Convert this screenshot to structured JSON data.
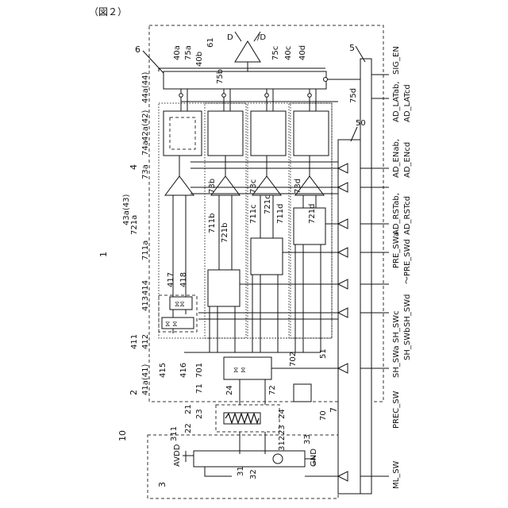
{
  "caption": "（図２）",
  "signals": {
    "d": "D",
    "d_bar": "/D",
    "sig_en": "SIG_EN",
    "ad_latab": "AD_LATab,",
    "ad_latcd": "AD_LATcd",
    "ad_enab": "AD_ENab,",
    "ad_encd": "AD_ENcd",
    "ad_rstab": "AD_RSTab,",
    "ad_rstcd": "AD_RSTcd",
    "pre_swa": "PRE_SWa",
    "pre_swd": "～PRE_SWd",
    "sh_swd": "SH_SWd",
    "sh_swc": "SH_SWc",
    "sh_swb": "SH_SWb",
    "sh_swa": "SH_SWa",
    "prec_sw": "PREC_SW",
    "ml_sw": "ML_SW",
    "avdd": "AVDD",
    "gnd": "GND"
  },
  "refs": {
    "r1": "1",
    "r2": "2",
    "r3": "3",
    "r4": "4",
    "r5": "5",
    "r6": "6",
    "r7": "7",
    "r10": "10",
    "r21": "21",
    "r22": "22",
    "r23": "23",
    "r23b": "23",
    "r24": "24",
    "r24b": "24",
    "r31": "31",
    "r32": "32",
    "r33": "33",
    "r311": "311",
    "r312": "312",
    "r40a": "40a",
    "r40b": "40b",
    "r40c": "40c",
    "r40d": "40d",
    "r41a": "41a(41)",
    "r42a": "42a(42)",
    "r43a": "43a(43)",
    "r44a": "44a(44)",
    "r50": "50",
    "r51": "51",
    "r61": "61",
    "r70": "70",
    "r71": "71",
    "r72": "72",
    "r701": "701",
    "r702": "702",
    "r73a": "73a",
    "r73b": "73b",
    "r73c": "73c",
    "r73d": "73d",
    "r74a": "74a",
    "r75a": "75a",
    "r75b": "75b",
    "r75c": "75c",
    "r75d": "75d",
    "r411": "411",
    "r412": "412",
    "r413": "413",
    "r414": "414",
    "r415": "415",
    "r416": "416",
    "r417": "417",
    "r418": "418",
    "r711a": "711a",
    "r711b": "711b",
    "r711c": "711c",
    "r711d": "711d",
    "r721a": "721a",
    "r721b": "721b",
    "r721c": "721c",
    "r721d": "721d"
  }
}
